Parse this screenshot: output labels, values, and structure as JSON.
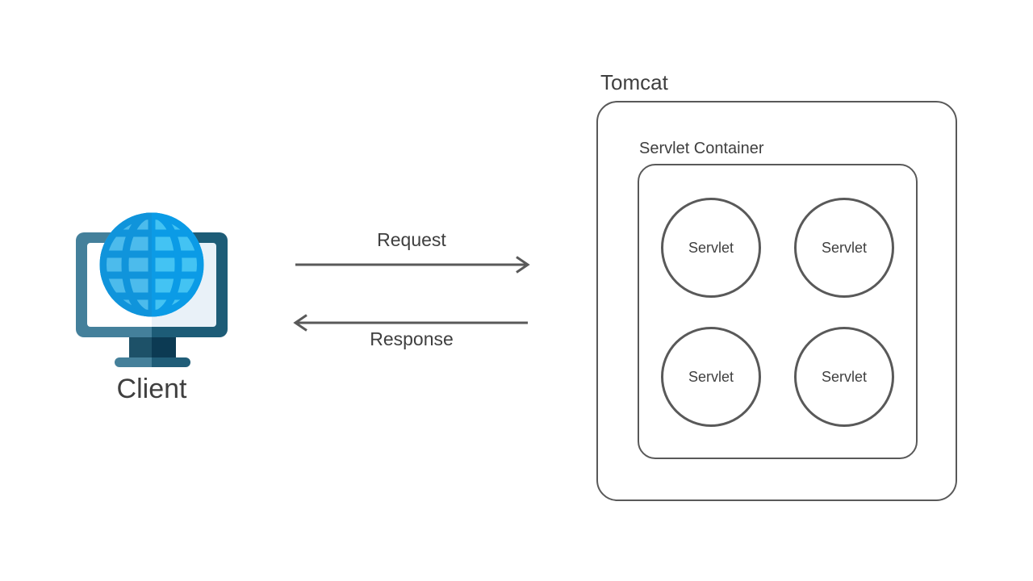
{
  "colors": {
    "background": "#FFFFFF",
    "outline": "#595959",
    "arrow": "#595959",
    "text": "#3F3F3F"
  },
  "client": {
    "label": "Client",
    "icon": "computer-monitor-globe-icon",
    "icon_palette_left": {
      "frame": "#44809B",
      "screen": "#FFFFFF",
      "globe_lines": "#1094DB",
      "globe_cells": "#4CBBEC",
      "stand_neck": "#1D5168",
      "stand_base": "#45809A"
    },
    "icon_palette_right": {
      "frame": "#1D5C77",
      "screen": "#E9F1F8",
      "globe_lines": "#0B9BE6",
      "globe_cells": "#43C3F3",
      "stand_neck": "#0C3A53",
      "stand_base": "#205D78"
    }
  },
  "flows": {
    "request": {
      "label": "Request",
      "direction": "left-to-right"
    },
    "response": {
      "label": "Response",
      "direction": "right-to-left"
    }
  },
  "tomcat": {
    "label": "Tomcat",
    "servlet_container": {
      "label": "Servlet Container",
      "servlets": [
        {
          "label": "Servlet"
        },
        {
          "label": "Servlet"
        },
        {
          "label": "Servlet"
        },
        {
          "label": "Servlet"
        }
      ]
    }
  }
}
